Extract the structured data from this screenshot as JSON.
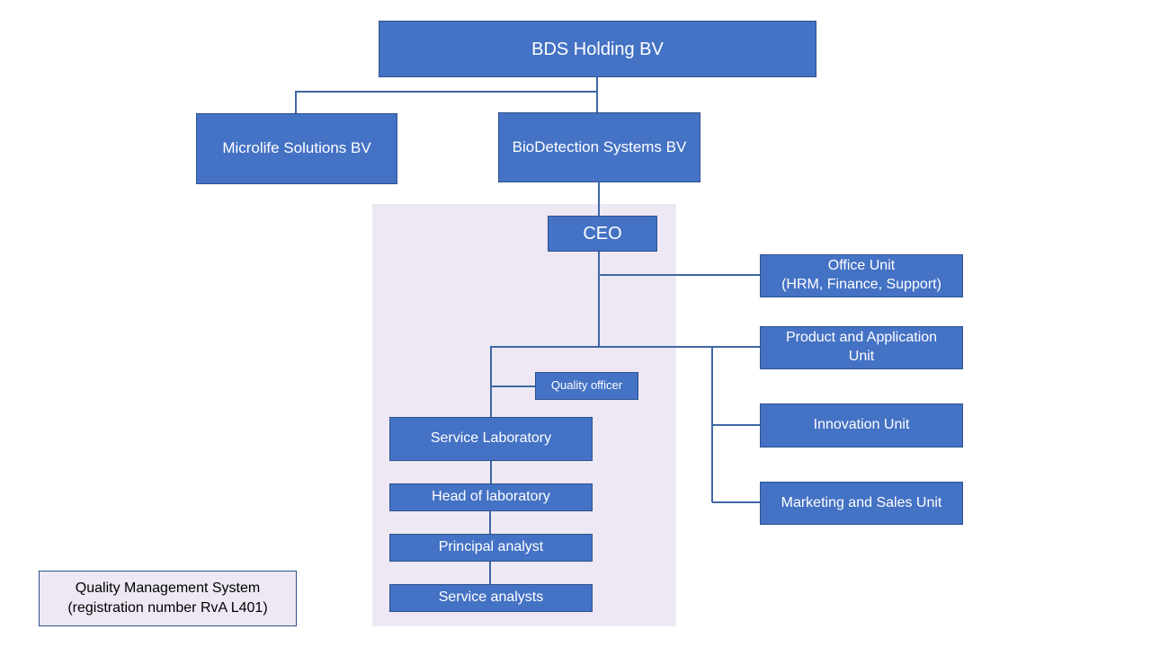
{
  "colors": {
    "box_fill": "#4472c4",
    "box_border": "#2f528f",
    "connector": "#3f67a6",
    "qms_region": "#ede8f3",
    "box_text": "#ffffff"
  },
  "org_chart": {
    "holding": "BDS Holding BV",
    "subsidiaries": {
      "microlife": "Microlife Solutions BV",
      "biodetection": "BioDetection Systems BV"
    },
    "ceo": "CEO",
    "units": {
      "office": [
        "Office Unit",
        "(HRM, Finance, Support)"
      ],
      "product_application": [
        "Product and Application",
        "Unit"
      ],
      "innovation": "Innovation Unit",
      "marketing_sales": "Marketing and Sales Unit"
    },
    "quality_officer": "Quality officer",
    "laboratory": {
      "service_laboratory": "Service Laboratory",
      "head": "Head of laboratory",
      "principal": "Principal analyst",
      "analysts": "Service analysts"
    }
  },
  "legend": {
    "line1": "Quality Management System",
    "line2": "(registration number RvA L401)"
  }
}
